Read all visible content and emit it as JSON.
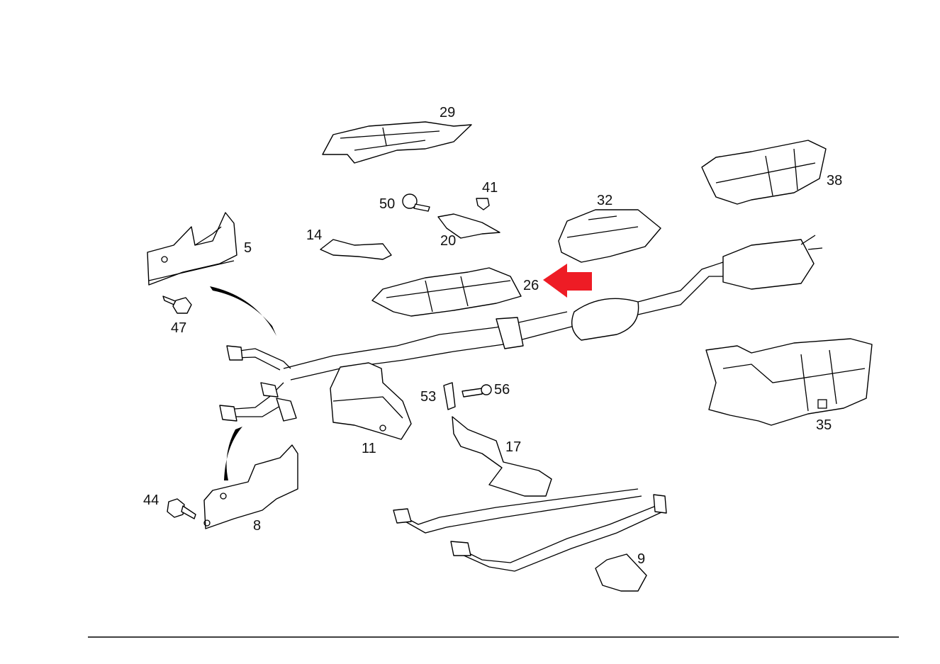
{
  "diagram": {
    "title": "Exhaust system parts diagram",
    "highlight_color": "#ee1c25",
    "highlighted_part": "26",
    "labels": {
      "p29": "29",
      "p41": "41",
      "p50": "50",
      "p20": "20",
      "p14": "14",
      "p5": "5",
      "p32": "32",
      "p38": "38",
      "p26": "26",
      "p47": "47",
      "p11": "11",
      "p53": "53",
      "p56": "56",
      "p17": "17",
      "p35": "35",
      "p44": "44",
      "p8": "8",
      "p9": "9"
    }
  }
}
